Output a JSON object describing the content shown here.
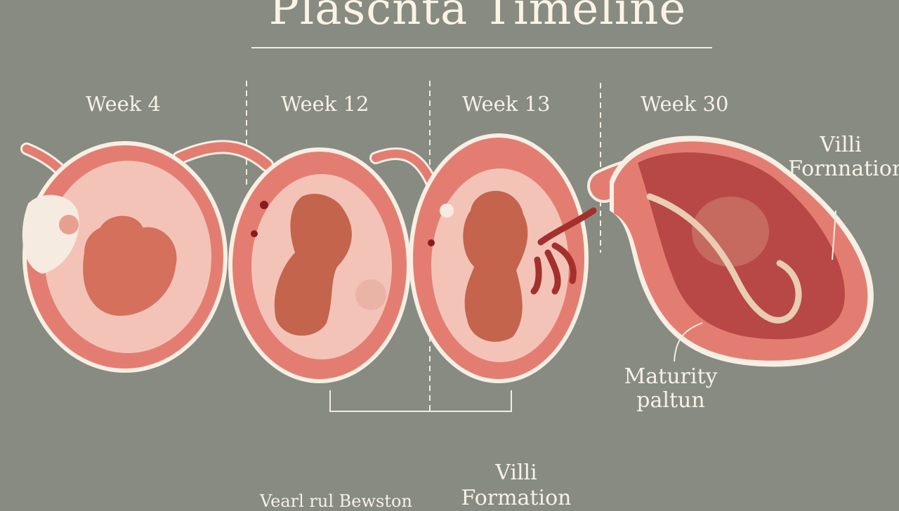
{
  "title": "Plascnta Timeline",
  "weeks": [
    "Week 4",
    "Week 12",
    "Week 13",
    "Week 30"
  ],
  "side_label": {
    "line1": "Villi",
    "line2": "Fornnation"
  },
  "maturity_label": {
    "line1": "Maturity",
    "line2": "paltun"
  },
  "bottom_label": {
    "line1": "Villi",
    "line2": "Formation"
  },
  "bottom_left_text": "Vearl rul Bewston",
  "colors": {
    "background": "#878b82",
    "wall": "#e6847a",
    "inner": "#f3c1b7",
    "embryo": "#c4644d",
    "late_lumen": "#b84846",
    "outline": "#f7efe4"
  }
}
